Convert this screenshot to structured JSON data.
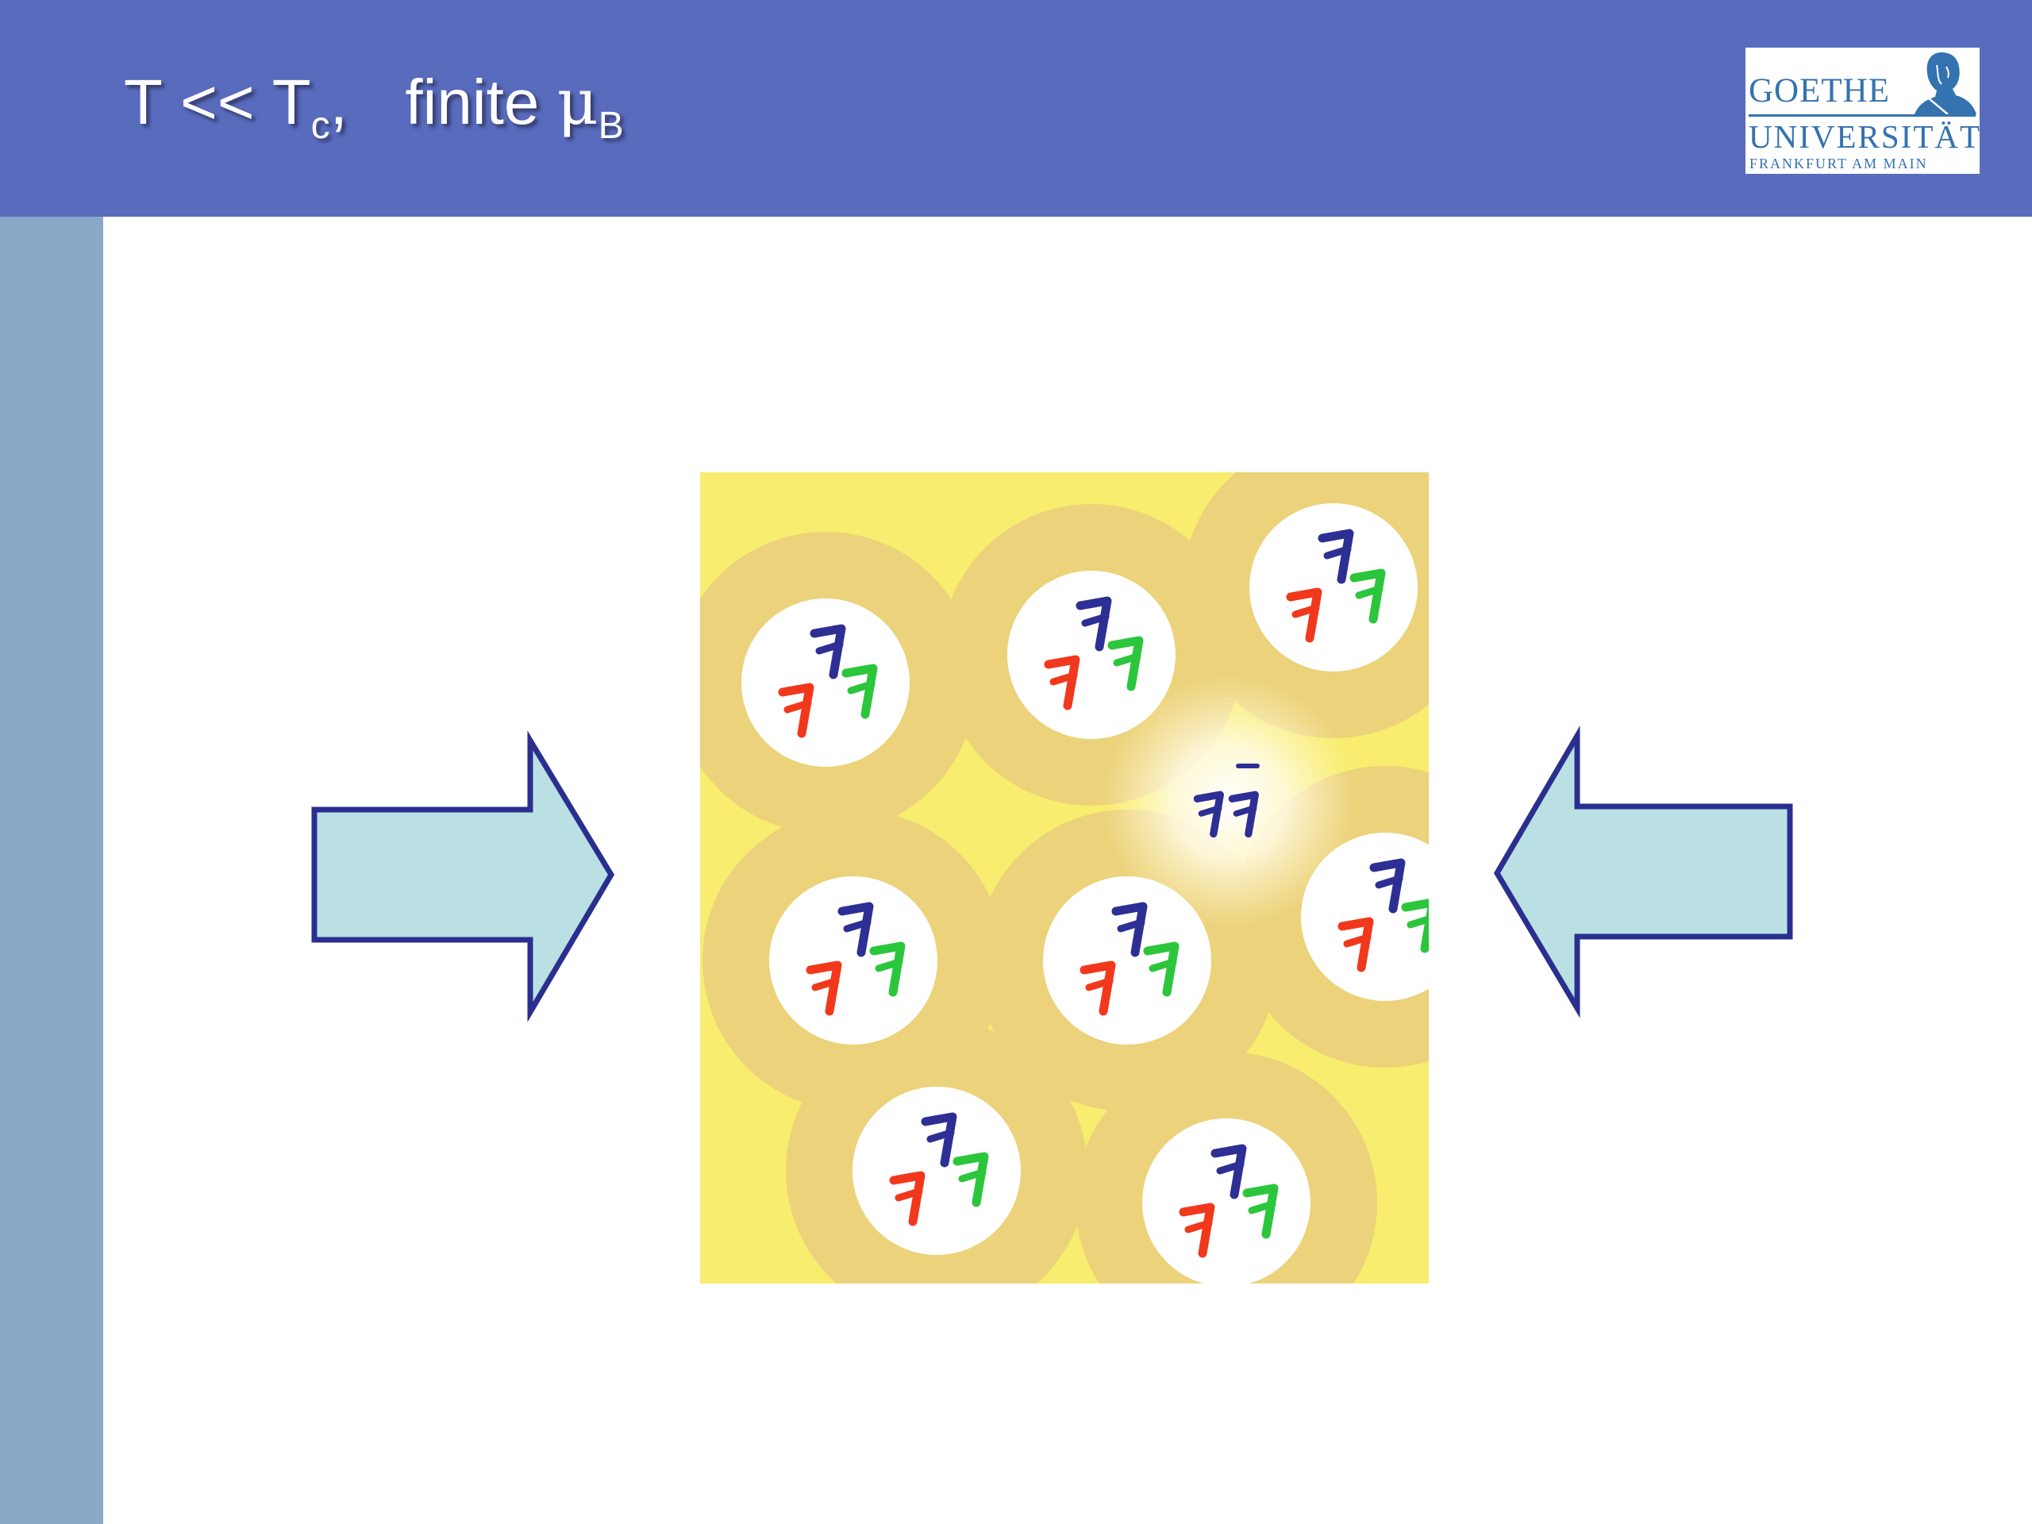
{
  "slide": {
    "title": {
      "t": "T",
      "ll": "<<",
      "tc": "T",
      "c_sub": "c",
      "comma": ",",
      "finite": "finite",
      "mu": "μ",
      "b_sub": "B"
    },
    "logo": {
      "line1": "GOETHE",
      "line2": "UNIVERSITÄT",
      "line3": "FRANKFURT AM MAIN"
    }
  },
  "colors": {
    "header": "#586bbd",
    "sidebar": "#8aa8c8",
    "medium": "#f8ed6e",
    "nucleon_halo": "#ecd27a",
    "arrow_fill": "#bae0e4",
    "arrow_stroke": "#2a2f8f",
    "quark_red": "#f2381c",
    "quark_green": "#2bc63b",
    "quark_blue": "#2e2f95"
  },
  "icons": {
    "left_arrow": "arrow-right-icon",
    "right_arrow": "arrow-left-icon",
    "quark": "quark-glyph",
    "logo_portrait": "goethe-portrait-icon"
  }
}
